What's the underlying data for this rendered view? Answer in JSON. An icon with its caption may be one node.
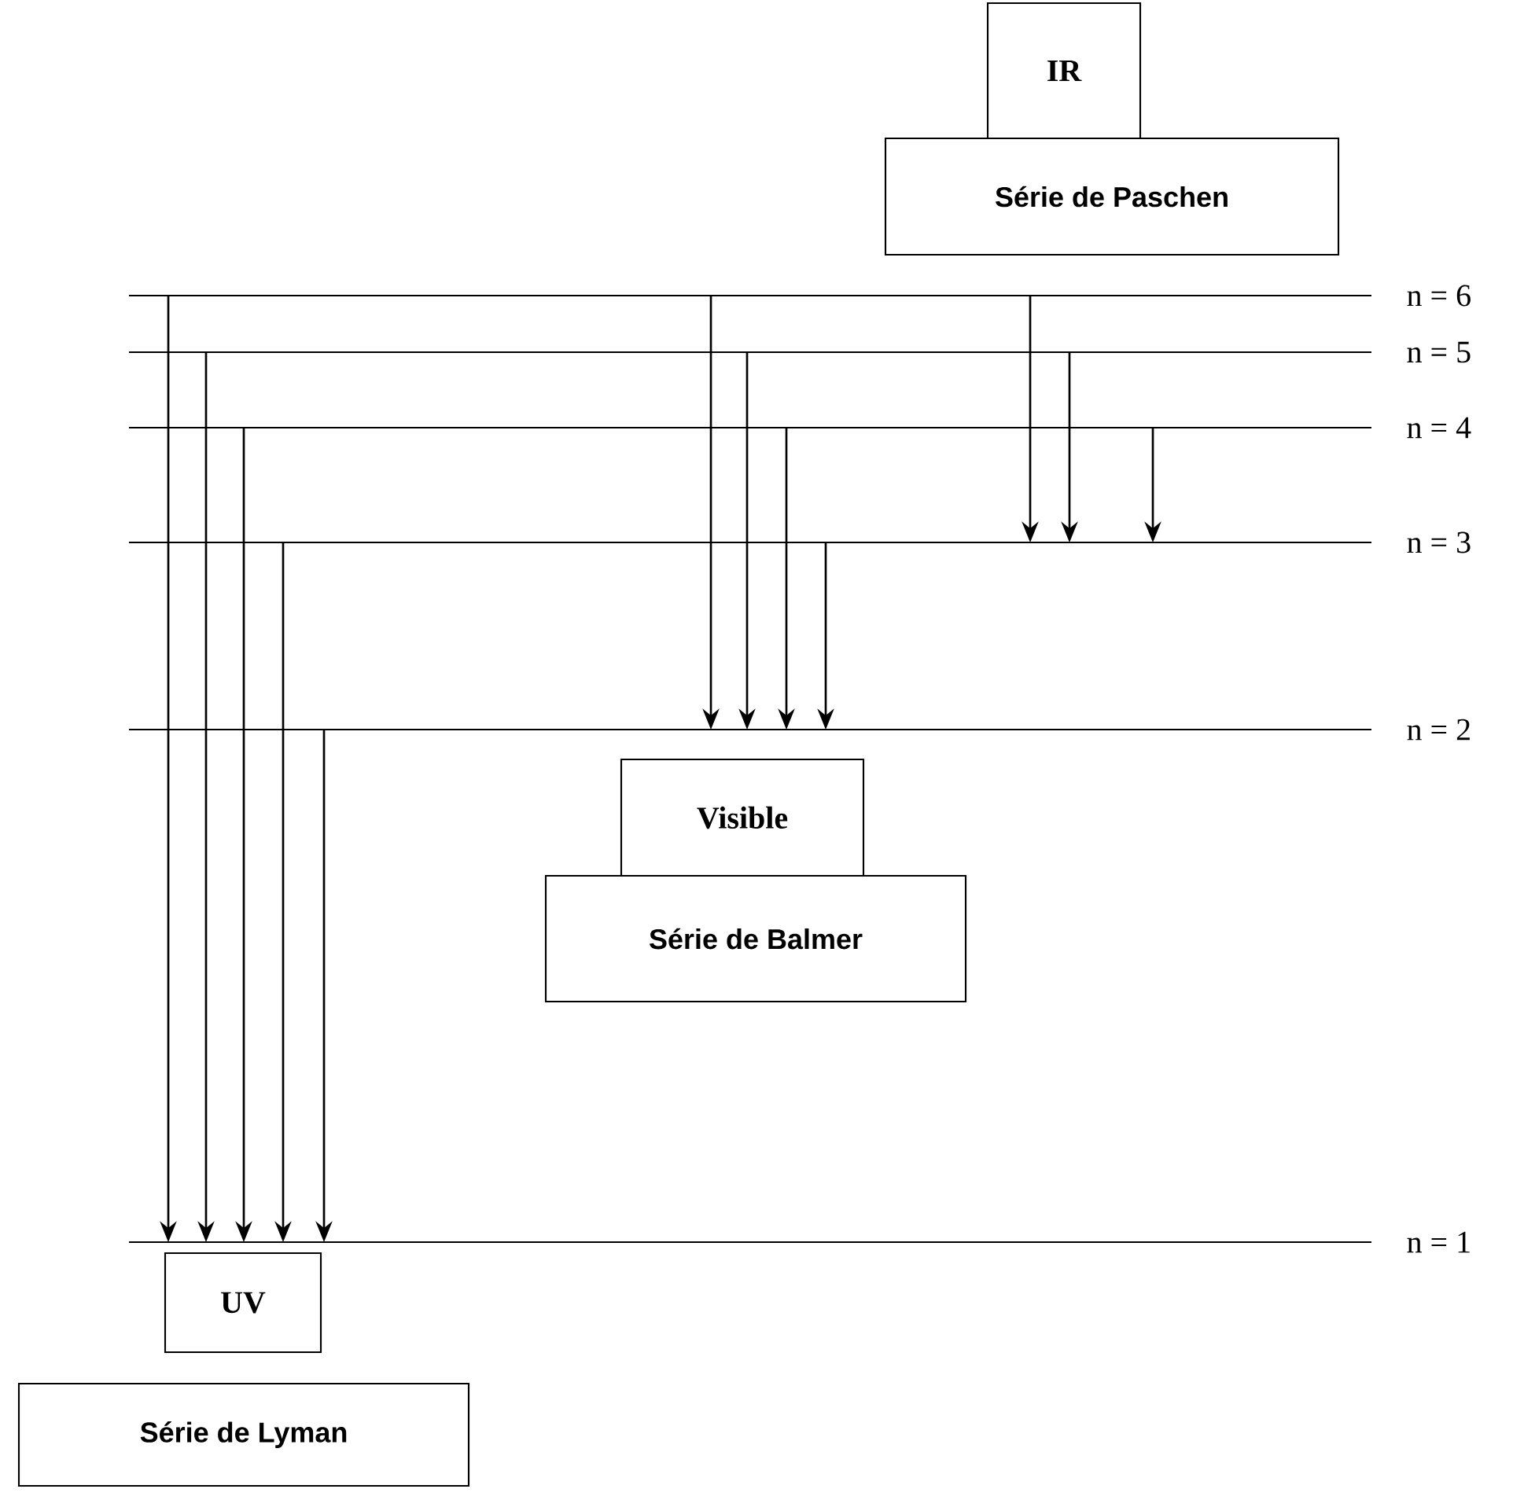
{
  "diagram": {
    "nodes": [
      {
        "text": [
          "IR"
        ]
      },
      {
        "text": [
          "Série de Paschen"
        ]
      },
      {
        "text": [],
        "shape": "bar",
        "beside": [
          "n = 6"
        ]
      },
      {
        "text": [],
        "shape": "bar",
        "beside": [
          "n = 5"
        ]
      },
      {
        "text": [],
        "shape": "bar",
        "beside": [
          "n = 4"
        ]
      },
      {
        "text": [],
        "shape": "bar",
        "beside": [
          "n = 3"
        ]
      },
      {
        "text": [],
        "shape": "bar",
        "beside": [
          "n = 2"
        ]
      },
      {
        "text": [],
        "shape": "bar",
        "beside": [
          "n = 1"
        ]
      },
      {
        "text": [
          "Visible"
        ]
      },
      {
        "text": [
          "Série de Balmer"
        ]
      },
      {
        "text": [
          "UV"
        ]
      },
      {
        "text": [
          "Série de Lyman"
        ]
      }
    ],
    "edges": [
      {
        "from": 2,
        "to": 7,
        "arrow": "to"
      },
      {
        "from": 3,
        "to": 7,
        "arrow": "to"
      },
      {
        "from": 4,
        "to": 7,
        "arrow": "to"
      },
      {
        "from": 5,
        "to": 7,
        "arrow": "to"
      },
      {
        "from": 6,
        "to": 7,
        "arrow": "to"
      },
      {
        "from": 2,
        "to": 6,
        "arrow": "to"
      },
      {
        "from": 3,
        "to": 6,
        "arrow": "to"
      },
      {
        "from": 4,
        "to": 6,
        "arrow": "to"
      },
      {
        "from": 5,
        "to": 6,
        "arrow": "to"
      },
      {
        "from": 2,
        "to": 5,
        "arrow": "to"
      },
      {
        "from": 3,
        "to": 5,
        "arrow": "to"
      },
      {
        "from": 4,
        "to": 5,
        "arrow": "to"
      }
    ]
  }
}
